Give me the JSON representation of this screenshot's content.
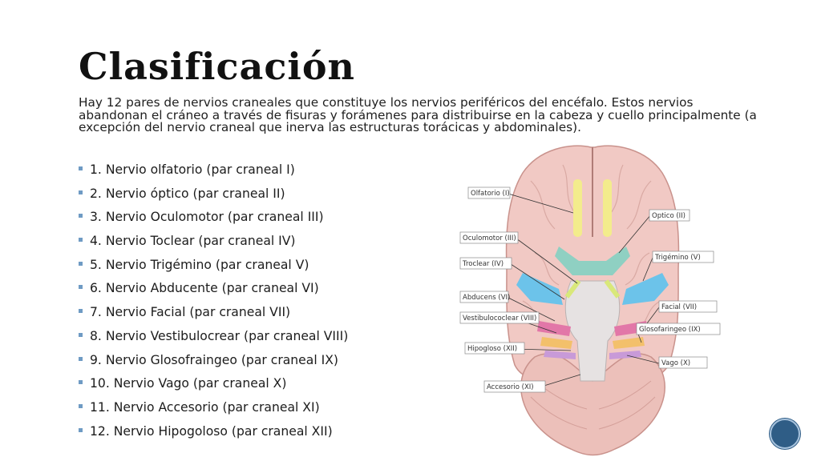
{
  "slide": {
    "title": "Clasificación",
    "intro": "Hay 12 pares de nervios craneales que constituye los nervios periféricos del encéfalo. Estos nervios abandonan el cráneo a través de fisuras y forámenes para distribuirse en la cabeza y cuello principalmente (a excepción del nervio craneal que inerva las estructuras torácicas y abdominales).",
    "items": [
      "1. Nervio olfatorio (par craneal I)",
      "2. Nervio óptico (par craneal II)",
      "3. Nervio Oculomotor (par craneal III)",
      "4. Nervio Toclear (par craneal IV)",
      "5. Nervio Trigémino (par craneal V)",
      "6. Nervio Abducente (par craneal VI)",
      "7. Nervio Facial (par craneal VII)",
      "8. Nervio Vestibulocrear (par craneal VIII)",
      "9. Nervio Glosofraingeo (par craneal IX)",
      "10. Nervio Vago (par craneal X)",
      "11. Nervio Accesorio (par craneal XI)",
      "12. Nervio Hipogoloso (par craneal XII)"
    ],
    "bullet_color": "#6f9bc4"
  },
  "diagram": {
    "labels": {
      "olfatorio": "Olfatorio (I)",
      "optico": "Optico (II)",
      "oculomotor": "Oculomotor (III)",
      "troclear": "Troclear (IV)",
      "trigemino": "Trigémino (V)",
      "abducens": "Abducens (VI)",
      "vestibulococlear": "Vestibulococlear (VIII)",
      "facial": "Facial (VII)",
      "glosofaringeo": "Glosofaringeo (IX)",
      "hipogloso": "Hipogloso (XII)",
      "vago": "Vago (X)",
      "accesorio": "Accesorio (XI)"
    },
    "colors": {
      "cerebrum": "#f1c9c4",
      "cerebellum": "#ecc0ba",
      "olfactory": "#f3ec8c",
      "optic": "#8fd0c2",
      "oculomotor": "#d9e87a",
      "trigeminal": "#6cc3ea",
      "facial": "#e277a8",
      "glossopharyngeal": "#f3c06b",
      "vagus": "#c89ad8",
      "brainstem": "#e6e2e2"
    }
  }
}
